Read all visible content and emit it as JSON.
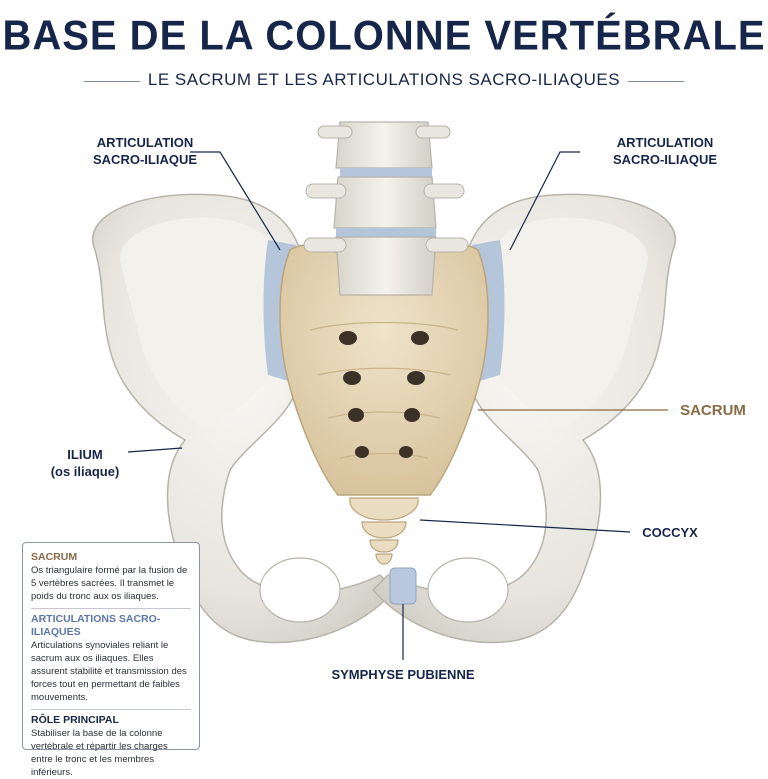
{
  "title": "BASE DE LA COLONNE VERTÉBRALE",
  "subtitle": "LE SACRUM ET LES ARTICULATIONS SACRO-ILIAQUES",
  "labels": {
    "si_left_line1": "ARTICULATION",
    "si_left_line2": "SACRO-ILIAQUE",
    "si_right_line1": "ARTICULATION",
    "si_right_line2": "SACRO-ILIAQUE",
    "sacrum": "SACRUM",
    "ilium_line1": "ILIUM",
    "ilium_line2": "(os iliaque)",
    "coccyx": "COCCYX",
    "symphysis": "SYMPHYSE PUBIENNE"
  },
  "infobox": {
    "sacrum_heading": "SACRUM",
    "sacrum_text": "Os triangulaire formé par la fusion de 5 vertèbres sacrées. Il transmet le poids du tronc aux os iliaques.",
    "si_heading": "ARTICULATIONS SACRO-ILIAQUES",
    "si_text": "Articulations synoviales reliant le sacrum aux os iliaques. Elles assurent stabilité et transmission des forces tout en permettant de faibles mouvements.",
    "role_heading": "RÔLE PRINCIPAL",
    "role_text": "Stabiliser la base de la colonne vertébrale et répartir les charges entre le tronc et les membres inférieurs."
  },
  "colors": {
    "navy": "#16264a",
    "bone": "#eceae4",
    "sacrum": "#e6d7b8",
    "joint_blue": "#9fb4d1",
    "sacrum_label": "#8a6a45"
  }
}
